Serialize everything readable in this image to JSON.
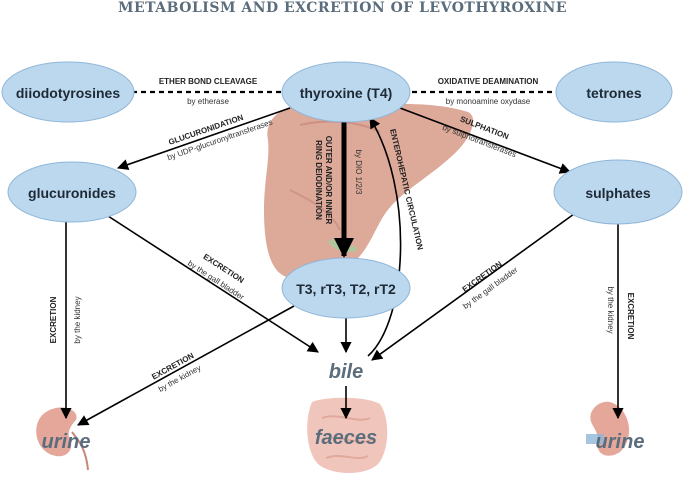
{
  "title": "METABOLISM AND EXCRETION OF LEVOTHYROXINE",
  "nodes": {
    "thyroxine": "thyroxine (T4)",
    "diiodotyrosines": "diiodotyrosines",
    "tetrones": "tetrones",
    "glucuronides": "glucuronides",
    "sulphates": "sulphates",
    "deiodinated": "T3, rT3, T2, rT2",
    "bile": "bile",
    "urine_left": "urine",
    "faeces": "faeces",
    "urine_right": "urine"
  },
  "edges": {
    "ether_title": "ETHER BOND CLEAVAGE",
    "ether_sub": "by etherase",
    "oxid_title": "OXIDATIVE DEAMINATION",
    "oxid_sub": "by monoamine oxydase",
    "gluc_title": "GLUCURONIDATION",
    "gluc_sub": "by UDP-glucuronyltransferases",
    "sulph_title": "SULPHATION",
    "sulph_sub": "by sulphotransferases",
    "deiod_title1": "OUTER AND/OR INNER",
    "deiod_title2": "RING DEIODINATION",
    "deiod_sub": "by DIO 1/2/3",
    "entero_title": "ENTEROHEPATIC CIRCULATION",
    "exc_gluc_kidney_title": "EXCRETION",
    "exc_gluc_kidney_sub": "by the kidney",
    "exc_gluc_bile_title": "EXCRETION",
    "exc_gluc_bile_sub": "by the gall bladder",
    "exc_t3_kidney_title": "EXCRETION",
    "exc_t3_kidney_sub": "by the kidney",
    "exc_sulph_bile_title": "EXCRETION",
    "exc_sulph_bile_sub": "by the gall bladder",
    "exc_sulph_kidney_title": "EXCRETION",
    "exc_sulph_kidney_sub": "by the kidney"
  },
  "colors": {
    "node_fill": "#bcd8ef",
    "node_stroke": "#8fb6d8",
    "title": "#5b6d7c",
    "italic_label": "#5b6d7c",
    "liver": "#d9a08e",
    "kidney": "#e6a79b",
    "intestine": "#f0c6bc"
  }
}
